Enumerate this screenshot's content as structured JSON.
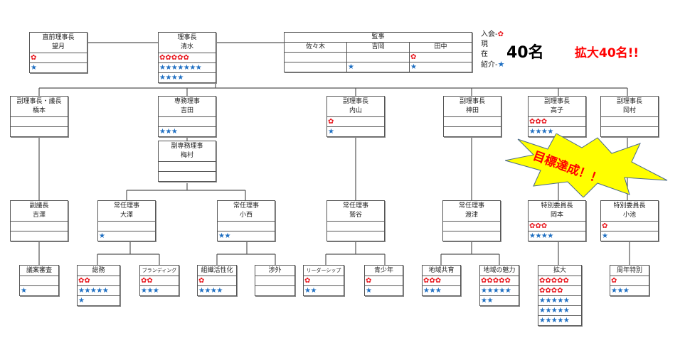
{
  "colors": {
    "flower": "#e8141b",
    "star": "#1f6fc2",
    "burst_fill": "#ffff00",
    "alert_text": "#ff0000"
  },
  "icons": {
    "flower": "✿",
    "star": "★"
  },
  "legend": {
    "join_label": "入会-",
    "join_icon": "flower-icon",
    "current_line1": "現",
    "current_line2": "在",
    "referral_label": "紹介-",
    "referral_icon": "star-icon"
  },
  "current_count": "40名",
  "expansion_goal": "拡大40名!!",
  "burst_text": "目標達成！！",
  "nodes": {
    "prev_chair": {
      "title": "直前理事長",
      "name": "望月",
      "rows": [
        "✿",
        "★"
      ]
    },
    "chair": {
      "title": "理事長",
      "name": "清水",
      "rows": [
        "✿✿✿✿✿",
        "★★★★★★★",
        "★★★★"
      ]
    },
    "auditors": {
      "title": "監事",
      "members": [
        {
          "name": "佐々木",
          "rows": [
            "",
            ""
          ]
        },
        {
          "name": "吉岡",
          "rows": [
            "",
            "★"
          ]
        },
        {
          "name": "田中",
          "rows": [
            "✿",
            "★"
          ]
        }
      ]
    },
    "vice_hashimoto": {
      "title": "副理事長・議長",
      "name": "橋本",
      "rows": [
        "",
        ""
      ]
    },
    "exec_yoshida": {
      "title": "専務理事",
      "name": "吉田",
      "rows": [
        "",
        "★★★"
      ]
    },
    "vice_exec_umemura": {
      "title": "副専務理事",
      "name": "梅村",
      "rows": [
        "",
        ""
      ]
    },
    "vice_uchiyama": {
      "title": "副理事長",
      "name": "内山",
      "rows": [
        "✿",
        "★"
      ]
    },
    "vice_kanda": {
      "title": "副理事長",
      "name": "神田",
      "rows": [
        "",
        ""
      ]
    },
    "vice_takako": {
      "title": "副理事長",
      "name": "高子",
      "rows": [
        "✿✿✿",
        "★★★★"
      ]
    },
    "vice_okamura": {
      "title": "副理事長",
      "name": "岡村",
      "rows": [
        "",
        ""
      ]
    },
    "deputy_yoshizawa": {
      "title": "副議長",
      "name": "吉澤",
      "rows": [
        "",
        ""
      ]
    },
    "standing_osawa": {
      "title": "常任理事",
      "name": "大澤",
      "rows": [
        "",
        "★"
      ]
    },
    "standing_konishi": {
      "title": "常任理事",
      "name": "小西",
      "rows": [
        "",
        "★★"
      ]
    },
    "standing_washitani": {
      "title": "常任理事",
      "name": "鷲谷",
      "rows": [
        "",
        ""
      ]
    },
    "standing_watanabe": {
      "title": "常任理事",
      "name": "渡津",
      "rows": [
        "",
        ""
      ]
    },
    "special_okamoto": {
      "title": "特別委員長",
      "name": "岡本",
      "rows": [
        "✿✿✿",
        "★★★★"
      ]
    },
    "special_koike": {
      "title": "特別委員長",
      "name": "小池",
      "rows": [
        "✿",
        "★"
      ]
    },
    "comm_review": {
      "title": "議案審査",
      "rows": [
        "",
        "★"
      ]
    },
    "comm_general": {
      "title": "総務",
      "rows": [
        "✿✿",
        "★★★★★",
        "★"
      ]
    },
    "comm_branding": {
      "title": "ブランディング",
      "rows": [
        "✿✿",
        "★★★"
      ]
    },
    "comm_org": {
      "title": "組織活性化",
      "rows": [
        "✿",
        "★★★★"
      ]
    },
    "comm_external": {
      "title": "渉外",
      "rows": [
        "",
        ""
      ]
    },
    "comm_leadership": {
      "title": "リーダーシップ",
      "rows": [
        "✿",
        "★★"
      ]
    },
    "comm_youth": {
      "title": "青少年",
      "rows": [
        "✿",
        "★"
      ]
    },
    "comm_community": {
      "title": "地域共育",
      "rows": [
        "✿✿✿",
        "★★★"
      ]
    },
    "comm_appeal": {
      "title": "地域の魅力",
      "rows": [
        "✿✿✿✿✿",
        "★★★★★",
        "★★"
      ]
    },
    "comm_expansion": {
      "title": "拡大",
      "rows": [
        "✿✿✿✿✿",
        "✿✿✿✿",
        "★★★★★",
        "★★★★★",
        "★★★★★"
      ]
    },
    "comm_anniversary": {
      "title": "周年特別",
      "rows": [
        "✿",
        "★★★"
      ]
    }
  }
}
